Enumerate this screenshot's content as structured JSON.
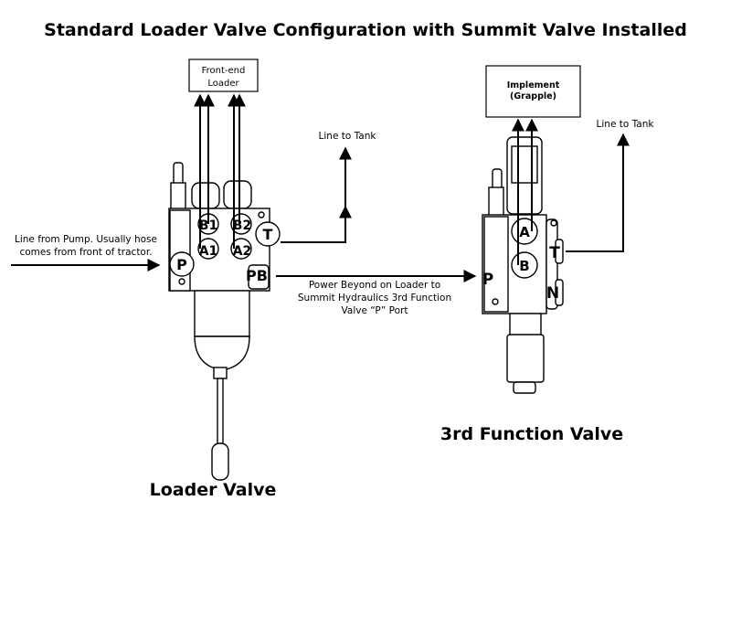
{
  "title": "Standard Loader Valve Configuration with Summit Valve Installed",
  "loader_valve": {
    "label": "Loader Valve",
    "target_box": {
      "line1": "Front-end",
      "line2": "Loader"
    },
    "ports": {
      "b1": "B1",
      "b2": "B2",
      "a1": "A1",
      "a2": "A2",
      "t": "T",
      "p": "P",
      "pb": "PB"
    },
    "tank_label": "Line to Tank",
    "pump_label": {
      "line1": "Line from Pump. Usually hose",
      "line2": "comes from front of tractor."
    }
  },
  "power_beyond_label": {
    "line1": "Power Beyond on Loader to",
    "line2": "Summit Hydraulics 3rd Function",
    "line3": "Valve “P” Port"
  },
  "third_function_valve": {
    "label": "3rd Function Valve",
    "target_box": {
      "line1": "Implement",
      "line2": "(Grapple)"
    },
    "ports": {
      "a": "A",
      "b": "B",
      "t": "T",
      "n": "N",
      "p": "P"
    },
    "tank_label": "Line to Tank"
  }
}
